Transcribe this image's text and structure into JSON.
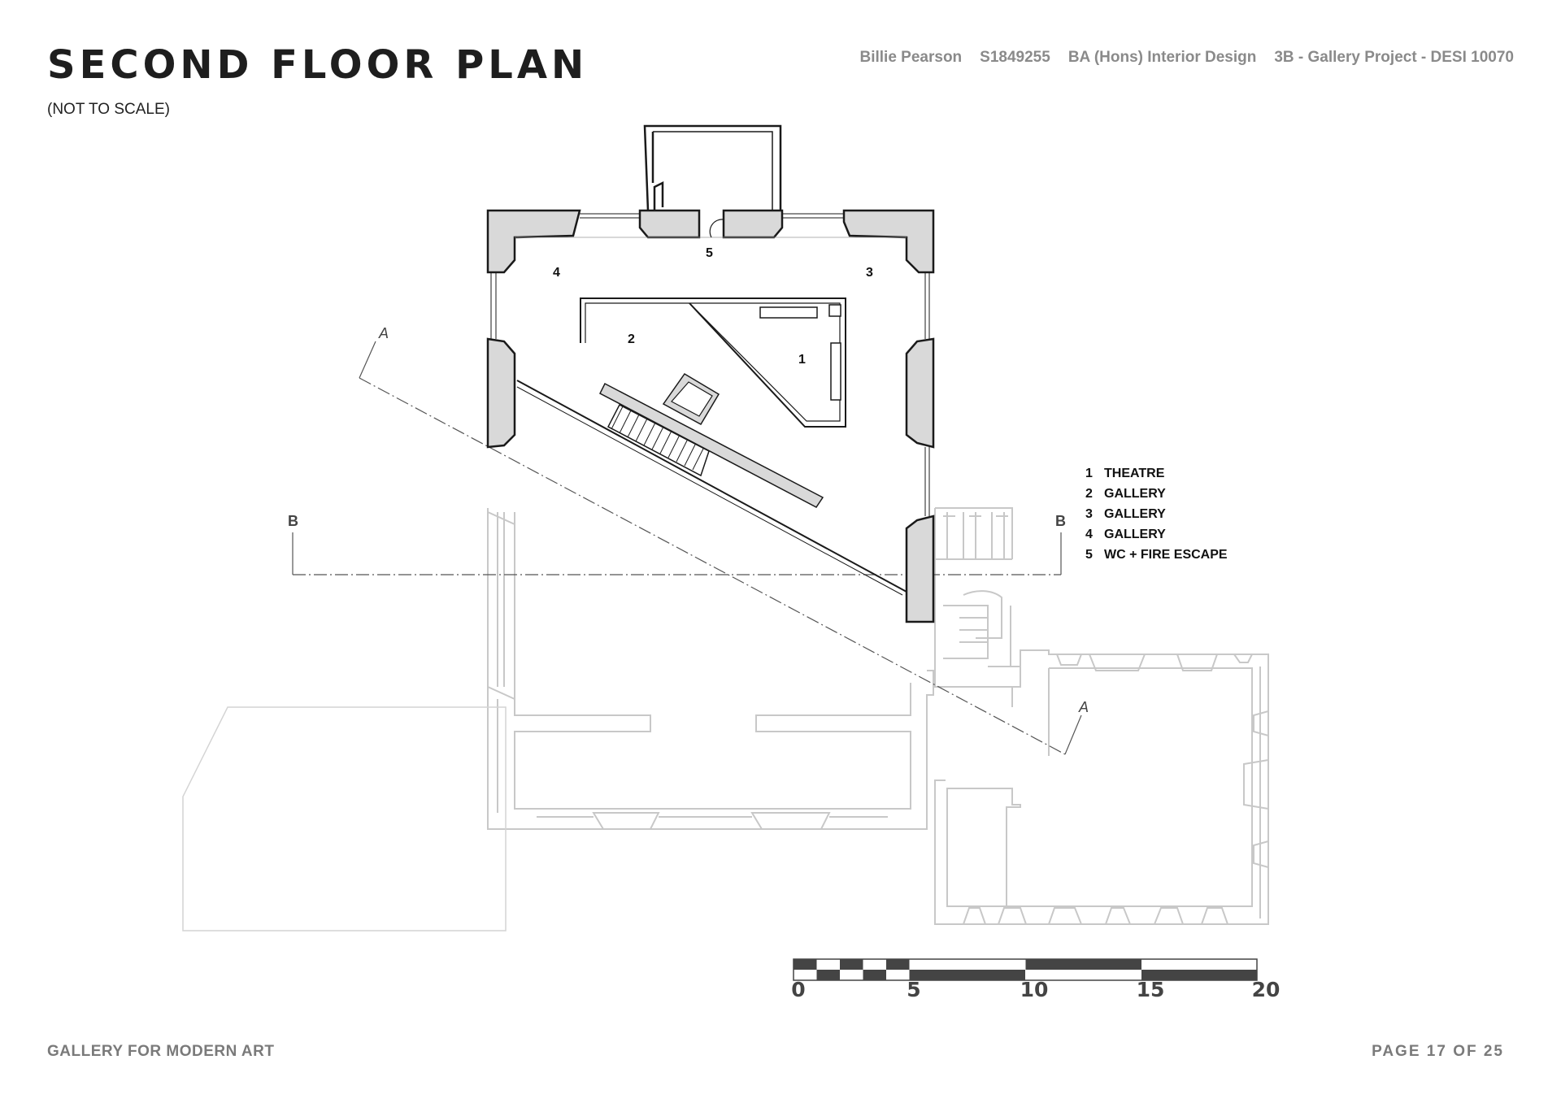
{
  "header": {
    "title": "SECOND FLOOR PLAN",
    "subtitle": "(NOT TO SCALE)",
    "author": "Billie Pearson",
    "student_id": "S1849255",
    "course": "BA (Hons) Interior Design",
    "project": "3B - Gallery Project - DESI 10070"
  },
  "plan": {
    "room_numbers": [
      "1",
      "2",
      "3",
      "4",
      "5"
    ],
    "section_markers": {
      "a_top": "A",
      "a_bottom": "A",
      "b_left": "B",
      "b_right": "B"
    }
  },
  "legend": [
    {
      "num": "1",
      "label": "THEATRE"
    },
    {
      "num": "2",
      "label": "GALLERY"
    },
    {
      "num": "3",
      "label": "GALLERY"
    },
    {
      "num": "4",
      "label": "GALLERY"
    },
    {
      "num": "5",
      "label": "WC + FIRE ESCAPE"
    }
  ],
  "scale_bar": {
    "labels": [
      "0",
      "5",
      "10",
      "15",
      "20"
    ]
  },
  "footer": {
    "left": "GALLERY FOR MODERN ART",
    "right": "PAGE 17 OF 25"
  },
  "colors": {
    "wall_fill": "#d9d9d9",
    "wall_stroke": "#1a1a1a",
    "existing_stroke": "#c8c8c8",
    "meta_text": "#8a8a8a"
  }
}
